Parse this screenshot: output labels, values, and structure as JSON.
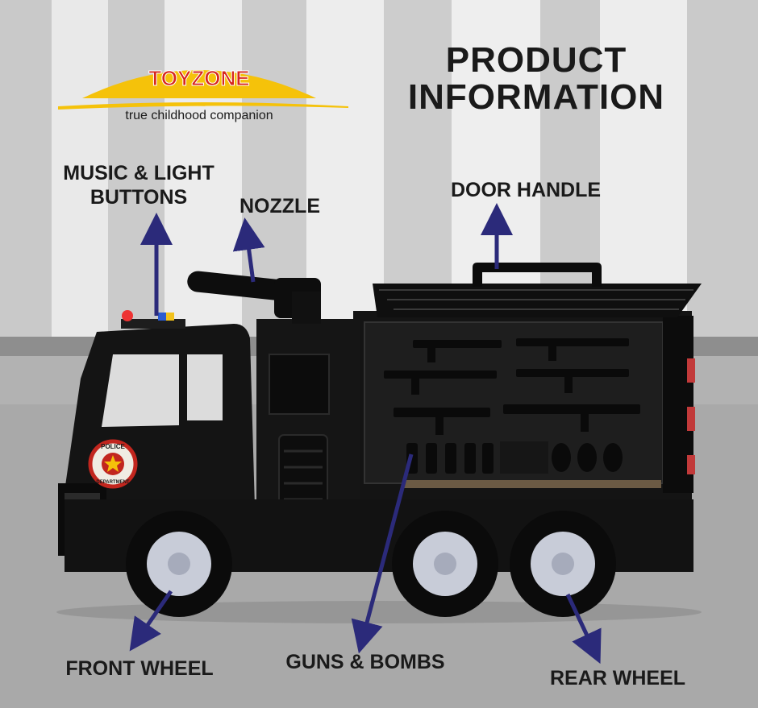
{
  "brand": {
    "logo_text": "TOYZONE",
    "tagline": "true childhood companion",
    "logo_color": "#d7261e",
    "logo_arc_color": "#f5c20a"
  },
  "title": {
    "line1": "PRODUCT",
    "line2": "INFORMATION"
  },
  "callouts": {
    "music_light_line1": "MUSIC & LIGHT",
    "music_light_line2": "BUTTONS",
    "nozzle": "NOZZLE",
    "door_handle": "DOOR HANDLE",
    "front_wheel": "FRONT WHEEL",
    "guns_bombs": "GUNS & BOMBS",
    "rear_wheel": "REAR WHEEL"
  },
  "badge": {
    "top_text": "POLICE",
    "bottom_text": "DEPARTMENT"
  },
  "colors": {
    "arrow": "#2b2a7a",
    "truck": "#111111",
    "background_stripe_light": "#e6e6e6",
    "background_stripe_dark": "#cfcfcf",
    "floor": "#a8a8a8"
  }
}
